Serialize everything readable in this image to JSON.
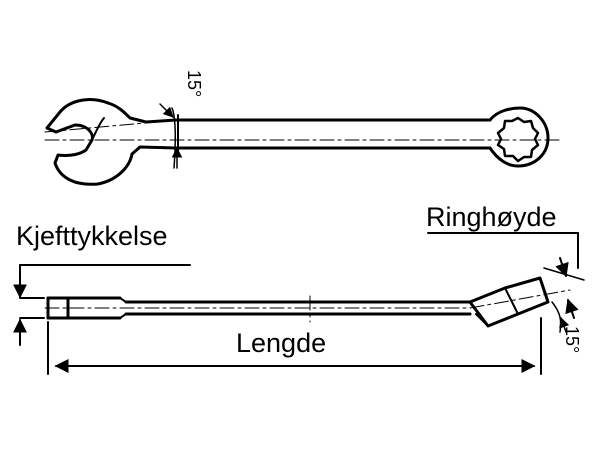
{
  "labels": {
    "jaw_thickness": "Kjefttykkelse",
    "ring_height": "Ringhøyde",
    "length": "Lengde",
    "angle_top": "15°",
    "angle_bottom": "15°"
  }
}
